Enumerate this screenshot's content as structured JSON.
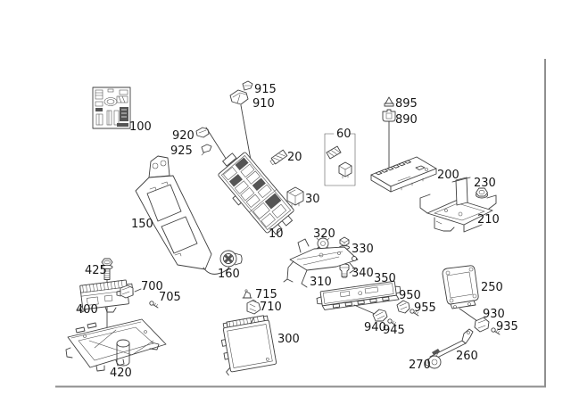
{
  "diagram": {
    "kind": "vehicle-electrical-parts-exploded-diagram",
    "background_color": "#ffffff",
    "line_color": "#3f3f3f",
    "frame_color": "#8f8f8f",
    "labels": {
      "p10": "10",
      "p20": "20",
      "p30": "30",
      "p60": "60",
      "p100": "100",
      "p150": "150",
      "p160": "160",
      "p200": "200",
      "p210": "210",
      "p230": "230",
      "p250": "250",
      "p260": "260",
      "p270": "270",
      "p300": "300",
      "p310": "310",
      "p320": "320",
      "p330": "330",
      "p340": "340",
      "p350": "350",
      "p400": "400",
      "p420": "420",
      "p425": "425",
      "p700": "700",
      "p705": "705",
      "p710": "710",
      "p715": "715",
      "p890": "890",
      "p895": "895",
      "p910": "910",
      "p915": "915",
      "p920": "920",
      "p925": "925",
      "p930": "930",
      "p935": "935",
      "p940": "940",
      "p945": "945",
      "p950": "950",
      "p955": "955"
    }
  }
}
